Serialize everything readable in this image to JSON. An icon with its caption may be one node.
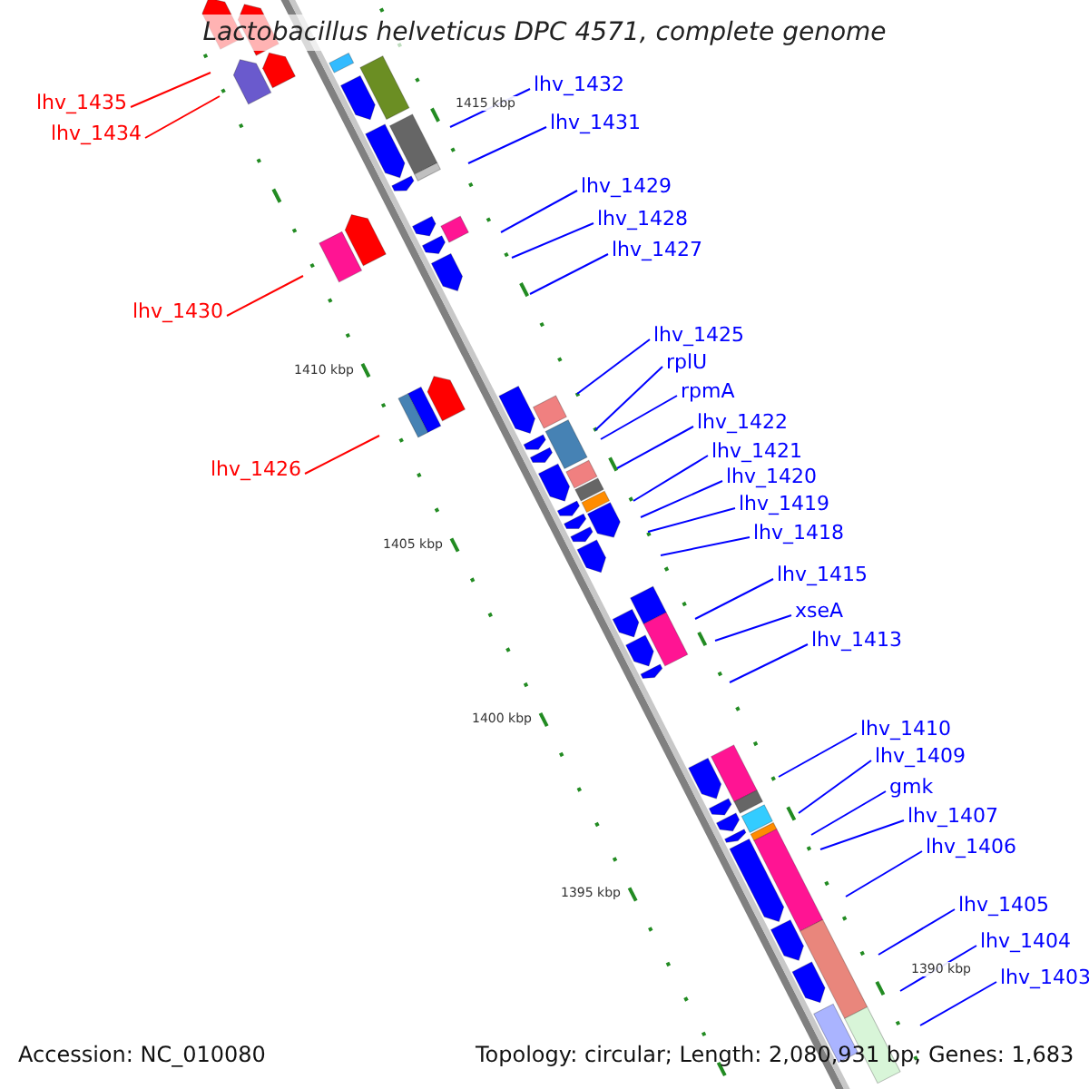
{
  "diagram": {
    "title": "Lactobacillus helveticus DPC 4571, complete genome",
    "nodes": [
      {
        "text": [
          "lhv_1432"
        ]
      },
      {
        "text": [
          "lhv_1435"
        ]
      },
      {
        "text": [
          "lhv_1431"
        ]
      },
      {
        "text": [
          "lhv_1434"
        ]
      },
      {
        "text": [
          "lhv_1429"
        ]
      },
      {
        "text": [
          "lhv_1428"
        ]
      },
      {
        "text": [
          "lhv_1427"
        ]
      },
      {
        "text": [
          "lhv_1430"
        ]
      },
      {
        "text": [
          "lhv_1425"
        ]
      },
      {
        "text": [
          "rplU"
        ]
      },
      {
        "text": [
          "rpmA"
        ]
      },
      {
        "text": [
          "lhv_1422"
        ]
      },
      {
        "text": [
          "lhv_1421"
        ]
      },
      {
        "text": [
          "lhv_1426"
        ]
      },
      {
        "text": [
          "lhv_1420"
        ]
      },
      {
        "text": [
          "lhv_1419"
        ]
      },
      {
        "text": [
          "lhv_1418"
        ]
      },
      {
        "text": [
          "lhv_1415"
        ]
      },
      {
        "text": [
          "xseA"
        ]
      },
      {
        "text": [
          "lhv_1413"
        ]
      },
      {
        "text": [
          "lhv_1410"
        ]
      },
      {
        "text": [
          "lhv_1409"
        ]
      },
      {
        "text": [
          "gmk"
        ]
      },
      {
        "text": [
          "lhv_1407"
        ]
      },
      {
        "text": [
          "lhv_1406"
        ]
      },
      {
        "text": [
          "lhv_1405"
        ]
      },
      {
        "text": [
          "lhv_1404"
        ]
      },
      {
        "text": [
          "lhv_1403"
        ]
      }
    ],
    "edges": [
      {
        "from": 0,
        "to": null,
        "arrow": "none"
      },
      {
        "from": 1,
        "to": null,
        "arrow": "none",
        "color": "#ff0000"
      },
      {
        "from": 2,
        "to": null,
        "arrow": "none"
      },
      {
        "from": 3,
        "to": null,
        "arrow": "none",
        "color": "#ff0000"
      },
      {
        "from": 4,
        "to": null,
        "arrow": "none"
      },
      {
        "from": 5,
        "to": null,
        "arrow": "none"
      },
      {
        "from": 6,
        "to": null,
        "arrow": "none"
      },
      {
        "from": 7,
        "to": null,
        "arrow": "none",
        "color": "#ff0000"
      },
      {
        "from": 8,
        "to": null,
        "arrow": "none"
      },
      {
        "from": 9,
        "to": null,
        "arrow": "none"
      },
      {
        "from": 10,
        "to": null,
        "arrow": "none"
      },
      {
        "from": 11,
        "to": null,
        "arrow": "none"
      },
      {
        "from": 12,
        "to": null,
        "arrow": "none"
      },
      {
        "from": 13,
        "to": null,
        "arrow": "none",
        "color": "#ff0000"
      },
      {
        "from": 14,
        "to": null,
        "arrow": "none"
      },
      {
        "from": 15,
        "to": null,
        "arrow": "none"
      },
      {
        "from": 16,
        "to": null,
        "arrow": "none"
      },
      {
        "from": 17,
        "to": null,
        "arrow": "none"
      },
      {
        "from": 18,
        "to": null,
        "arrow": "none"
      },
      {
        "from": 19,
        "to": null,
        "arrow": "none"
      },
      {
        "from": 20,
        "to": null,
        "arrow": "none"
      },
      {
        "from": 21,
        "to": null,
        "arrow": "none"
      },
      {
        "from": 22,
        "to": null,
        "arrow": "none"
      },
      {
        "from": 23,
        "to": null,
        "arrow": "none"
      },
      {
        "from": 24,
        "to": null,
        "arrow": "none"
      },
      {
        "from": 25,
        "to": null,
        "arrow": "none"
      },
      {
        "from": 26,
        "to": null,
        "arrow": "none"
      },
      {
        "from": 27,
        "to": null,
        "arrow": "none"
      }
    ],
    "labels": [
      "1415 kbp",
      "1410 kbp",
      "1405 kbp",
      "1400 kbp",
      "1395 kbp",
      "1390 kbp",
      "Accession: NC_010080",
      "Topology: circular; Length: 2,080,931 bp; Genes: 1,683"
    ]
  }
}
